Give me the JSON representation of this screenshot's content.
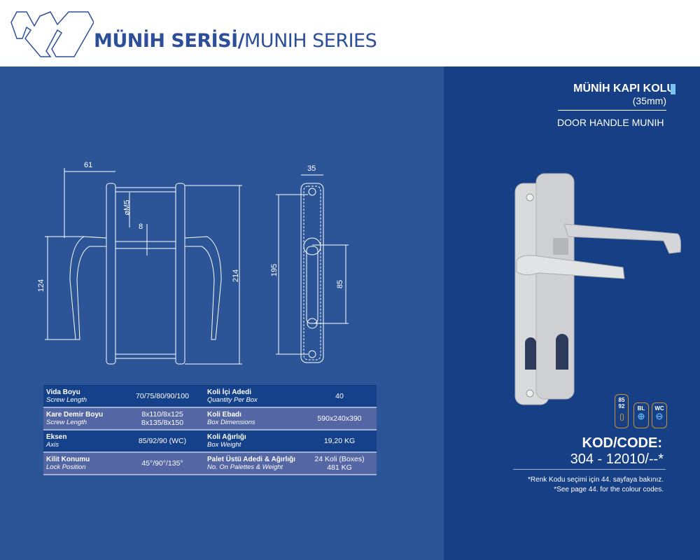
{
  "header": {
    "title_bold": "MÜNİH SERİSİ/",
    "title_light": "MUNIH SERIES"
  },
  "drawing": {
    "dims": {
      "width_side": "61",
      "thread": "M5",
      "square": "8",
      "handle_h": "124",
      "total_h": "214",
      "width_front": "35",
      "hole_dist": "195",
      "axis": "85"
    }
  },
  "specs": [
    {
      "label": "Vida Boyu",
      "sub": "Screw Length",
      "value": "70/75/80/90/100",
      "label2": "Koli İçi Adedi",
      "sub2": "Quantity Per Box",
      "value2": "40"
    },
    {
      "label": "Kare Demir Boyu",
      "sub": "Screw Length",
      "value": "8x110/8x125\n8x135/8x150",
      "label2": "Koli Ebadı",
      "sub2": "Box Dimensions",
      "value2": "590x240x390"
    },
    {
      "label": "Eksen",
      "sub": "Axis",
      "value": "85/92/90 (WC)",
      "label2": "Koli Ağırlığı",
      "sub2": "Box Weight",
      "value2": "19,20 KG"
    },
    {
      "label": "Kilit Konumu",
      "sub": "Lock Position",
      "value": "45°/90°/135°",
      "label2": "Palet Üstü Adedi & Ağırlığı",
      "sub2": "No. On Palettes & Weight",
      "value2": "24 Koli (Boxes)\n481 KG"
    }
  ],
  "product": {
    "title": "MÜNİH KAPI KOLU",
    "size": "(35mm)",
    "desc": "DOOR HANDLE MUNIH",
    "badges": [
      {
        "label": "85\n92",
        "icon": "keyhole-icon"
      },
      {
        "label": "BL",
        "icon": "bathroom-lock-icon"
      },
      {
        "label": "WC",
        "icon": "wc-lock-icon"
      }
    ],
    "code_label": "KOD/CODE:",
    "code": "304 - 12010/--*",
    "note_tr": "*Renk Kodu seçimi için 44. sayfaya bakınız.",
    "note_en": "*See page 44. for the colour codes."
  },
  "colors": {
    "brand": "#2d4f9a",
    "left_bg": "#2c5597",
    "right_bg": "#163f85",
    "badge": "#c8922f"
  }
}
